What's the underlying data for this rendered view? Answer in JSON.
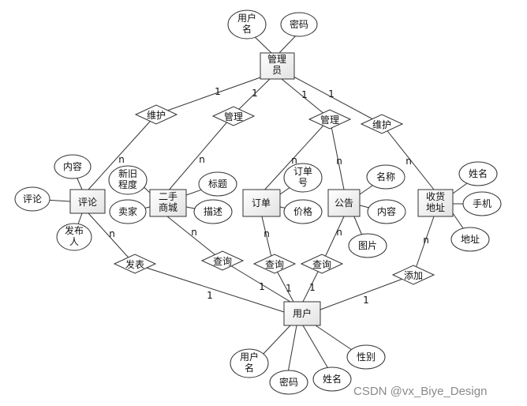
{
  "entities": {
    "admin": "管理员",
    "comment": "评论",
    "goods": "二手商城",
    "order": "订单",
    "notice": "公告",
    "address": "收货地址",
    "user": "用户"
  },
  "relationships": {
    "maintain1": "维护",
    "manage": "管理",
    "manage2": "管理",
    "maintain2": "维护",
    "post": "发表",
    "query_goods": "查询",
    "query_order": "查询",
    "query_notice": "查询",
    "add": "添加"
  },
  "attributes": {
    "admin_username": "用户名",
    "admin_password": "密码",
    "comment_content": "内容",
    "comment_text": "评论",
    "comment_author": "发布人",
    "goods_condition": "新旧程度",
    "goods_seller": "卖家",
    "goods_title": "标题",
    "goods_desc": "描述",
    "order_no": "订单号",
    "order_price": "价格",
    "notice_name": "名称",
    "notice_content": "内容",
    "notice_image": "图片",
    "address_name": "姓名",
    "address_phone": "手机",
    "address_addr": "地址",
    "user_username": "用户名",
    "user_password": "密码",
    "user_name": "姓名",
    "user_gender": "性别"
  },
  "cardinality": {
    "one": "1",
    "n": "n"
  },
  "watermark": "CSDN @vx_Biye_Design"
}
